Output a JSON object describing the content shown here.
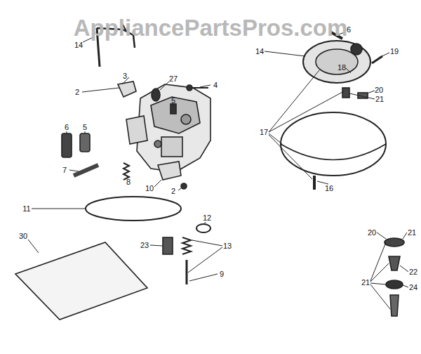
{
  "diagram": {
    "labels": [
      "AppliancePartsPros.com",
      "14",
      "6",
      "27",
      "4",
      "3",
      "2",
      "5",
      "6",
      "5",
      "7",
      "8",
      "10",
      "2",
      "11",
      "12",
      "13",
      "23",
      "9",
      "30",
      "14",
      "19",
      "18",
      "20",
      "21",
      "17",
      "16",
      "20",
      "21",
      "21",
      "22",
      "24"
    ]
  }
}
